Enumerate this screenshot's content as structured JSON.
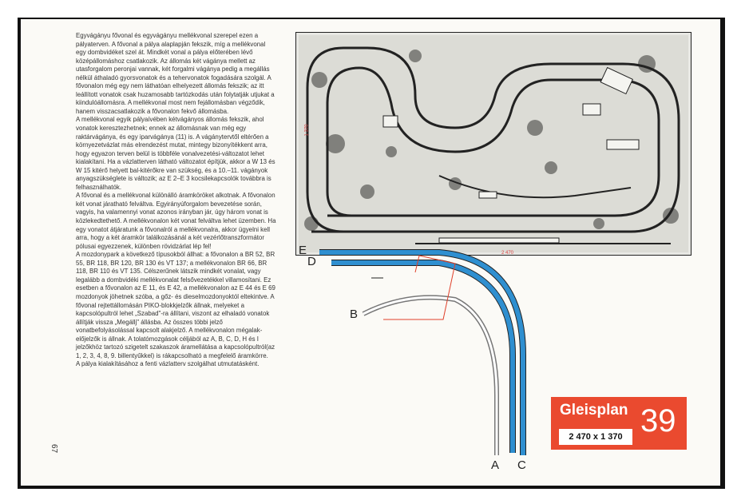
{
  "text": {
    "paragraphs": [
      "Egyvágányu fővonal és egyvágányu mellékvonal szerepel ezen a pályaterven. A fővonal a pálya alaplapján fekszik, míg a mellékvonal egy dombvidéket szel át. Mindkét vonal a pálya előterében lévő középállomáshoz csatlakozik. Az állomás két vágánya mellett az utasforgalom peronjai vannak, két forgalmi vágánya pedig a megállás nélkül áthaladó gyorsvonatok és a tehervonatok fogadására szolgál. A fővonalon még egy nem láthatóan elhelyezett állomás fekszik; az itt leállított vonatok csak huzamosabb tartózkodás után folytatják utjukat a kiindulóállomásra. A mellékvonal most nem fejállomásban végződik, hanem visszacsatlakozik a fővonalon fekvő állomásba.",
      "A mellékvonal egyik pályaívében kétvágányos állomás fekszik, ahol vonatok keresztezhetnek; ennek az állomásnak van még egy raktárvágánya, és egy iparvágánya (11) is. A vágánytervtől eltérően a környezetvázlat más elrendezést mutat, mintegy bizonyítékkent arra, hogy egyazon terven belül is többféle vonalvezetési-változatot lehet kialakítani. Ha a vázlatterven látható változatot építjük, akkor a W 13 és W 15 kitérő helyett bal-kitérőkre van szükség, és a 10.–11. vágányok anyagszükséglete is változik; az E 2–E 3 kocsilekapcsolók továbbra is felhasználhatók.",
      "A fővonal és a mellékvonal különálló áramköröket alkotnak. A fővonalon két vonat járatható felváltva. Egyirányúforgalom bevezetése során, vagyis, ha valamennyi vonat azonos irányban jár, úgy három vonat is közlekedtethető. A mellékvonalon két vonat felváltva lehet üzemben. Ha egy vonatot átjáratunk a fővonalról a mellékvonalra, akkor ügyelni kell arra, hogy a két áramkör találkozásánál a két vezérlőtranszformátor pólusai egyezzenek, különben rövidzárlat lép fel!",
      "A mozdonypark a következő típusokból állhat: a fővonalon a BR 52, BR 55, BR 118, BR 120, BR 130 és VT 137; a mellékvonalon BR 66, BR 118, BR 110 és VT 135. Célszerűnek látszik mindkét vonalat, vagy legalább a dombvidéki mellékvonalat felsővezetékkel villamosítani. Ez esetben a fővonalon az E 11, és E 42, a mellékvonalon az E 44 és E 69 mozdonyok jöhetnek szóba, a gőz- és dieselmozdonyoktól eltekintve. A fővonal rejtettállomásán PIKO-blokkjelzők állnak, melyeket a kapcsolópultról lehet „Szabad\"-ra állítani, viszont az elhaladó vonatok állítják vissza „Megállj\" állásba. Az összes többi jelző vonatbefolyásolással kapcsolt alakjelző. A mellékvonalon mégalak-előjelzők is állnak. A tolatómozgások céljából az A, B, C, D, H és I jelzőkhöz tartozó szigetelt szakaszok áramellátása a kapcsolópultról(az 1, 2, 3, 4, 8, 9. billentyűkkel) is rákapcsolható a megfelelő áramkörre.",
      "A pálya kialakításához a fenti vázlatterv szolgálhat utmutatásként."
    ]
  },
  "plan": {
    "width_label": "2 470",
    "height_label": "1 370"
  },
  "track_labels": {
    "E": "E",
    "D": "D",
    "B": "B",
    "A": "A",
    "C": "C"
  },
  "badge": {
    "title": "Gleisplan",
    "number": "39",
    "dimensions": "2 470 x 1 370",
    "color": "#ea4a2f"
  },
  "page_number": "67",
  "colors": {
    "track_blue": "#2f8fd0",
    "signal_red": "#e0402a"
  }
}
